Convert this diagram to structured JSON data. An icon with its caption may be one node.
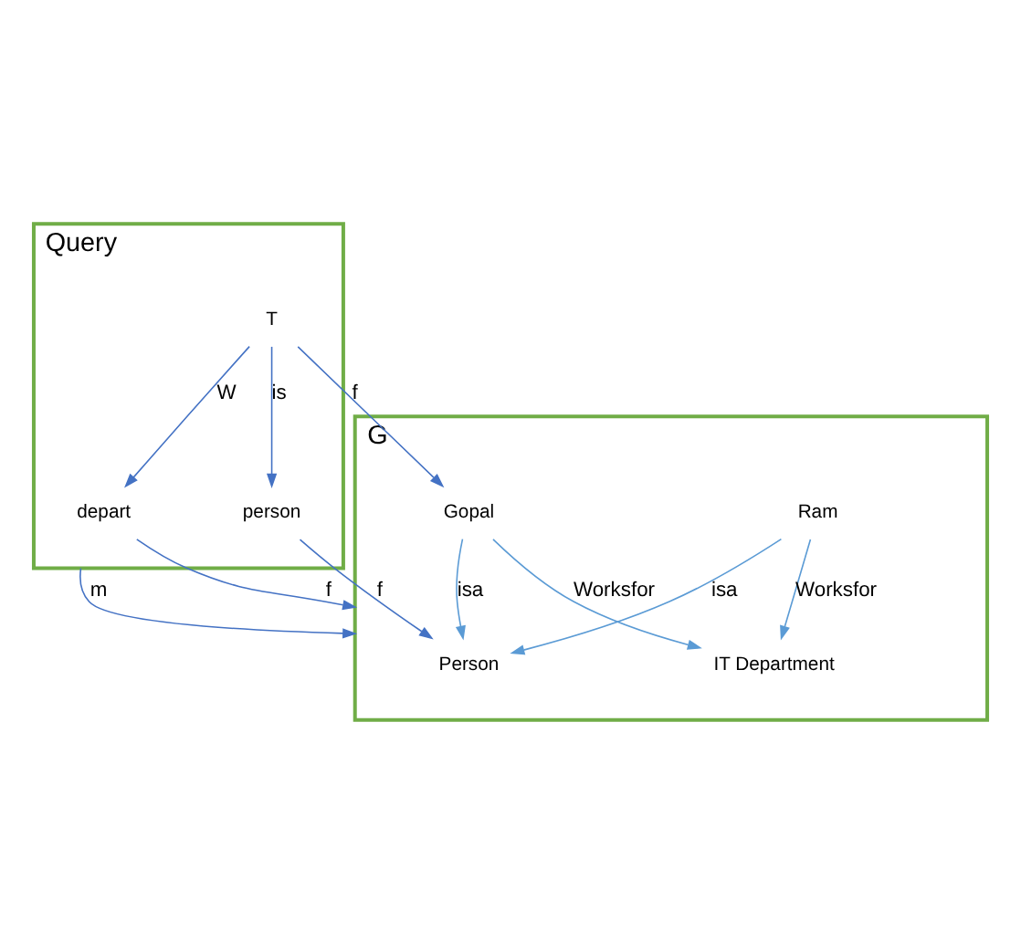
{
  "diagram": {
    "nodes": [
      {
        "text": [
          "G"
        ]
      },
      {
        "text": [
          "Query"
        ]
      },
      {
        "text": [
          "IT Department"
        ],
        "in": 0
      },
      {
        "text": [
          "Ram"
        ],
        "in": 0
      },
      {
        "text": [
          "Gopal"
        ],
        "in": 0
      },
      {
        "text": [
          "Person"
        ],
        "in": 0
      },
      {
        "text": [
          "depart"
        ],
        "in": 1
      },
      {
        "text": [
          "T"
        ],
        "in": 1
      },
      {
        "text": [
          "person"
        ],
        "in": 1
      }
    ],
    "edges": [
      {
        "from": 1,
        "to": 0,
        "arrow": "to",
        "label": "m",
        "color": "#4472c4"
      },
      {
        "from": 6,
        "to": 0,
        "arrow": "to",
        "label": "f",
        "color": "#4472c4"
      },
      {
        "from": 3,
        "to": 2,
        "arrow": "to",
        "label": "Worksfor"
      },
      {
        "from": 4,
        "to": 2,
        "arrow": "to",
        "label": "Worksfor"
      },
      {
        "from": 7,
        "to": 6,
        "arrow": "to",
        "label": "W",
        "color": "#4472c4"
      },
      {
        "from": 7,
        "to": 4,
        "arrow": "to",
        "label": "f",
        "color": "#4472c4"
      },
      {
        "from": 3,
        "to": 5,
        "arrow": "to",
        "label": "isa"
      },
      {
        "from": 4,
        "to": 5,
        "arrow": "to",
        "label": "isa"
      },
      {
        "from": 7,
        "to": 8,
        "arrow": "to",
        "label": "is",
        "color": "#4472c4"
      },
      {
        "from": 8,
        "to": 5,
        "arrow": "to",
        "label": "f",
        "color": "#4472c4"
      }
    ]
  }
}
